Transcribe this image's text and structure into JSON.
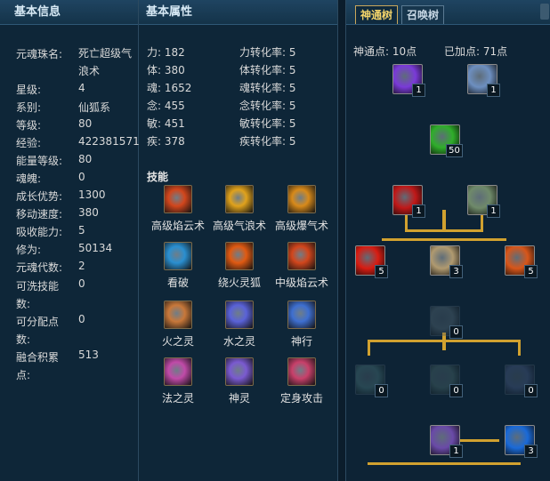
{
  "info": {
    "title": "基本信息",
    "rows": [
      {
        "label": "元魂珠名:",
        "value": "死亡超级气浪术"
      },
      {
        "label": "星级:",
        "value": "4"
      },
      {
        "label": "系别:",
        "value": "仙狐系"
      },
      {
        "label": "等级:",
        "value": "80"
      },
      {
        "label": "经验:",
        "value": "422381571"
      },
      {
        "label": "能量等级:",
        "value": "80"
      },
      {
        "label": "魂魄:",
        "value": "0"
      },
      {
        "label": "成长优势:",
        "value": "1300"
      },
      {
        "label": "移动速度:",
        "value": "380"
      },
      {
        "label": "吸收能力:",
        "value": "5"
      },
      {
        "label": "修为:",
        "value": "50134"
      },
      {
        "label": "元魂代数:",
        "value": "2"
      },
      {
        "label": "可洗技能数:",
        "value": "0"
      },
      {
        "label": "可分配点数:",
        "value": "0"
      },
      {
        "label": "融合积累点:",
        "value": "513"
      }
    ]
  },
  "attributes": {
    "title": "基本属性",
    "left": [
      "力: 182",
      "体: 380",
      "魂: 1652",
      "念: 455",
      "敏: 451",
      "疾: 378"
    ],
    "right": [
      "力转化率: 5",
      "体转化率: 5",
      "魂转化率: 5",
      "念转化率: 5",
      "敏转化率: 5",
      "疾转化率: 5"
    ]
  },
  "skills": {
    "title": "技能",
    "items": [
      {
        "name": "高级焰云术",
        "icon": "flame-swirl-icon",
        "color": "#d2461c"
      },
      {
        "name": "高级气浪术",
        "icon": "wind-slash-icon",
        "color": "#e0a21c"
      },
      {
        "name": "高级爆气术",
        "icon": "explosion-icon",
        "color": "#d88a1a"
      },
      {
        "name": "看破",
        "icon": "eye-icon",
        "color": "#2a8fd0"
      },
      {
        "name": "绕火灵狐",
        "icon": "fire-fox-icon",
        "color": "#e05a12"
      },
      {
        "name": "中级焰云术",
        "icon": "flame-swirl-icon",
        "color": "#d2461c"
      },
      {
        "name": "火之灵",
        "icon": "fire-spirit-icon",
        "color": "#c8783a"
      },
      {
        "name": "水之灵",
        "icon": "water-spirit-icon",
        "color": "#5a62d8"
      },
      {
        "name": "神行",
        "icon": "swift-rune-icon",
        "color": "#3e6fd0"
      },
      {
        "name": "法之灵",
        "icon": "magic-spirit-icon",
        "color": "#c04aa8"
      },
      {
        "name": "神灵",
        "icon": "divine-spirit-icon",
        "color": "#7a5ad0"
      },
      {
        "name": "定身攻击",
        "icon": "bind-attack-icon",
        "color": "#c8406a"
      }
    ]
  },
  "tree": {
    "tab_active": "神通树",
    "tab_other": "召唤树",
    "points_label": "神通点: 10点",
    "added_label": "已加点: 71点",
    "nodes": [
      {
        "icon": "crystal-orb-icon",
        "level": "1",
        "color": "#7a3ad8",
        "dim": false
      },
      {
        "icon": "silver-mask-icon",
        "level": "1",
        "color": "#6d8fc0",
        "dim": false
      },
      {
        "icon": "green-energy-icon",
        "level": "50",
        "color": "#2fae2a",
        "dim": false
      },
      {
        "icon": "red-crescent-icon",
        "level": "1",
        "color": "#c01818",
        "dim": false
      },
      {
        "icon": "dark-blades-icon",
        "level": "1",
        "color": "#6f8a6a",
        "dim": false
      },
      {
        "icon": "red-bow-icon",
        "level": "5",
        "color": "#d81c12",
        "dim": false
      },
      {
        "icon": "fist-strike-icon",
        "level": "3",
        "color": "#b09a70",
        "dim": false
      },
      {
        "icon": "flame-arm-icon",
        "level": "5",
        "color": "#d8561a",
        "dim": false
      },
      {
        "icon": "locked-skill-icon",
        "level": "0",
        "color": "#6b7d86",
        "dim": true
      },
      {
        "icon": "locked-skill-icon",
        "level": "0",
        "color": "#5a8a8a",
        "dim": true
      },
      {
        "icon": "locked-skill-icon",
        "level": "0",
        "color": "#5a7a76",
        "dim": true
      },
      {
        "icon": "locked-skill-icon",
        "level": "0",
        "color": "#5a6a96",
        "dim": true
      },
      {
        "icon": "summoner-portrait-icon",
        "level": "1",
        "color": "#6a4aa8",
        "dim": false
      },
      {
        "icon": "blue-wave-icon",
        "level": "3",
        "color": "#1a6ad8",
        "dim": false
      }
    ]
  }
}
